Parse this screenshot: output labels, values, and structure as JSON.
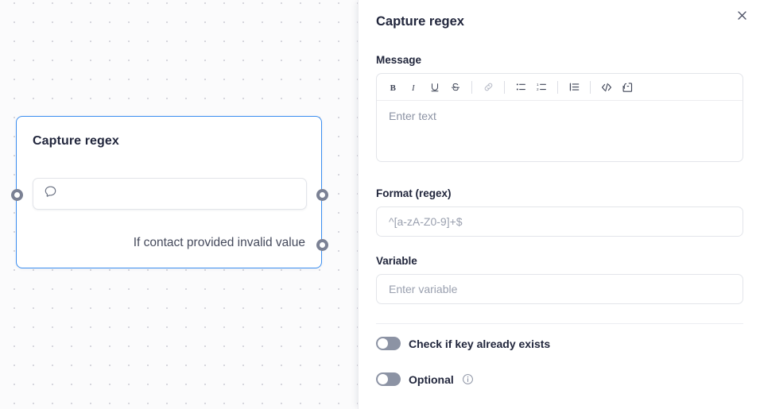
{
  "canvas": {
    "node": {
      "title": "Capture regex",
      "input_icon": "chat-bubble-icon",
      "branch_label": "If contact provided invalid value",
      "ports": [
        "input-port",
        "output-port-main",
        "output-port-invalid"
      ],
      "border_color": "#3b8ef0"
    },
    "grid": {
      "dot_color": "#d6d6dd",
      "spacing": 24
    }
  },
  "panel": {
    "title": "Capture regex",
    "close_icon": "close-icon",
    "message": {
      "label": "Message",
      "placeholder": "Enter text",
      "value": "",
      "toolbar": [
        {
          "name": "bold-icon",
          "glyph": "B",
          "disabled": false
        },
        {
          "name": "italic-icon",
          "glyph": "I",
          "disabled": false
        },
        {
          "name": "underline-icon",
          "glyph": "U",
          "disabled": false
        },
        {
          "name": "strikethrough-icon",
          "glyph": "S",
          "disabled": false
        },
        {
          "name": "link-icon",
          "glyph": "link",
          "disabled": true
        },
        {
          "name": "bulleted-list-icon",
          "glyph": "ul",
          "disabled": false
        },
        {
          "name": "numbered-list-icon",
          "glyph": "ol",
          "disabled": false
        },
        {
          "name": "indent-list-icon",
          "glyph": "indent",
          "disabled": false
        },
        {
          "name": "code-icon",
          "glyph": "</>",
          "disabled": false
        },
        {
          "name": "variable-tag-icon",
          "glyph": "{}",
          "disabled": false
        }
      ]
    },
    "format": {
      "label": "Format (regex)",
      "placeholder": "^[a-zA-Z0-9]+$",
      "value": ""
    },
    "variable": {
      "label": "Variable",
      "placeholder": "Enter variable",
      "value": ""
    },
    "toggles": [
      {
        "label": "Check if key already exists",
        "on": false,
        "has_info": false
      },
      {
        "label": "Optional",
        "on": false,
        "has_info": true
      }
    ],
    "colors": {
      "accent": "#3b8ef0",
      "text": "#21263c",
      "muted": "#8c93a4",
      "border": "#e3e5ea"
    }
  }
}
